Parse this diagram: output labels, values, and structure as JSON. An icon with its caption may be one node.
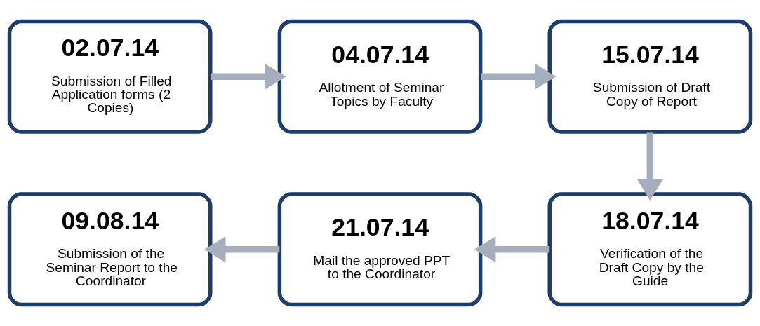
{
  "diagram": {
    "nodes": [
      {
        "text": [
          "02.07.14",
          "Submission of Filled Application forms (2 Copies)"
        ]
      },
      {
        "text": [
          "04.07.14",
          "Allotment of Seminar Topics by Faculty"
        ]
      },
      {
        "text": [
          "15.07.14",
          "Submission of Draft Copy of Report"
        ]
      },
      {
        "text": [
          "18.07.14",
          "Verification of the Draft Copy by the Guide"
        ]
      },
      {
        "text": [
          "21.07.14",
          "Mail the approved PPT to the Coordinator"
        ]
      },
      {
        "text": [
          "09.08.14",
          "Submission of the Seminar Report to the Coordinator"
        ]
      }
    ],
    "edges": [
      {
        "from": 0,
        "to": 1,
        "arrow": "to"
      },
      {
        "from": 1,
        "to": 2,
        "arrow": "to"
      },
      {
        "from": 2,
        "to": 3,
        "arrow": "to"
      },
      {
        "from": 3,
        "to": 4,
        "arrow": "to"
      },
      {
        "from": 4,
        "to": 5,
        "arrow": "to"
      }
    ]
  }
}
